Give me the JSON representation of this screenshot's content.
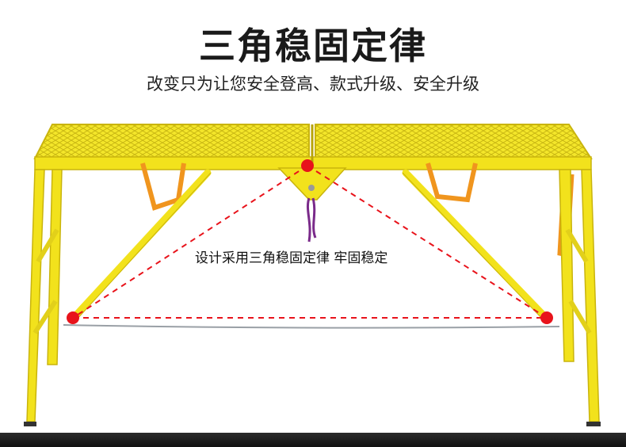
{
  "header": {
    "title": "三角稳固定律",
    "subtitle": "改变只为让您安全登高、款式升级、安全升级"
  },
  "diagram": {
    "annotation": "设计采用三角稳固定律 牢固稳定",
    "colors": {
      "frame": "#f2e21c",
      "frame_edge": "#c9b40c",
      "marker": "#e8131b",
      "bottom_bar": "#1c1c1c"
    }
  }
}
